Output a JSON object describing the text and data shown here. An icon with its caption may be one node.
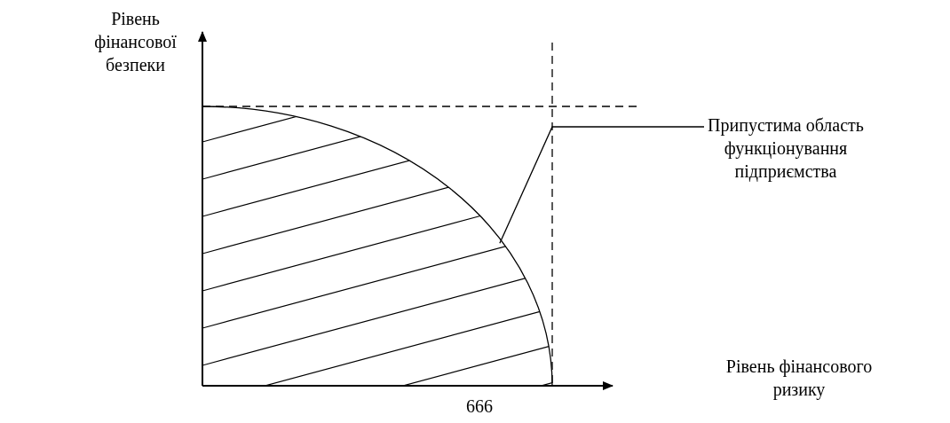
{
  "diagram": {
    "nodes": [
      {
        "text": [
          "Припустима область функціонування підприємства"
        ]
      },
      {
        "text": [],
        "shape": "sector"
      }
    ],
    "edges": [
      {
        "from": 0,
        "to": 1,
        "arrow": "none"
      }
    ],
    "labels": [
      "Рівень фінансової безпеки",
      "Рівень фінансового ризику",
      "666"
    ]
  }
}
